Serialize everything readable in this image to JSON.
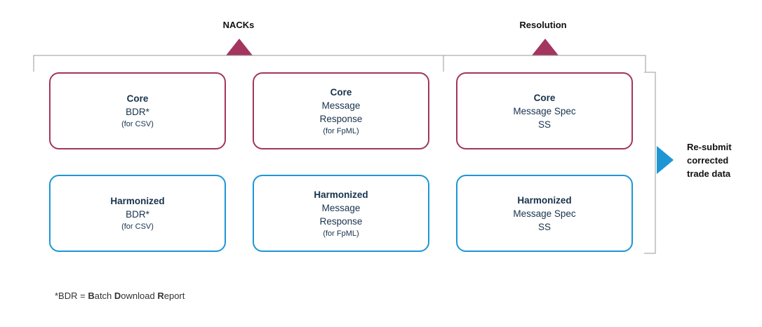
{
  "headers": {
    "nacks": "NACKs",
    "resolution": "Resolution"
  },
  "colors": {
    "core": "#a3355f",
    "harmonized": "#1e96d6",
    "bracket": "#9a9a9a",
    "text": "#17324d"
  },
  "boxes": {
    "core_bdr": {
      "title": "Core",
      "line1": "BDR*",
      "line2": "",
      "note": "(for CSV)"
    },
    "core_msg": {
      "title": "Core",
      "line1": "Message",
      "line2": "Response",
      "note": "(for FpML)"
    },
    "core_spec": {
      "title": "Core",
      "line1": "Message Spec",
      "line2": "SS",
      "note": ""
    },
    "harm_bdr": {
      "title": "Harmonized",
      "line1": "BDR*",
      "line2": "",
      "note": "(for CSV)"
    },
    "harm_msg": {
      "title": "Harmonized",
      "line1": "Message",
      "line2": "Response",
      "note": "(for FpML)"
    },
    "harm_spec": {
      "title": "Harmonized",
      "line1": "Message Spec",
      "line2": "SS",
      "note": ""
    }
  },
  "resubmit": {
    "line1": "Re-submit",
    "line2": "corrected",
    "line3": "trade data"
  },
  "footnote": {
    "prefix": "*BDR = ",
    "b": "B",
    "b_rest": "atch ",
    "d": "D",
    "d_rest": "ownload ",
    "r": "R",
    "r_rest": "eport"
  }
}
